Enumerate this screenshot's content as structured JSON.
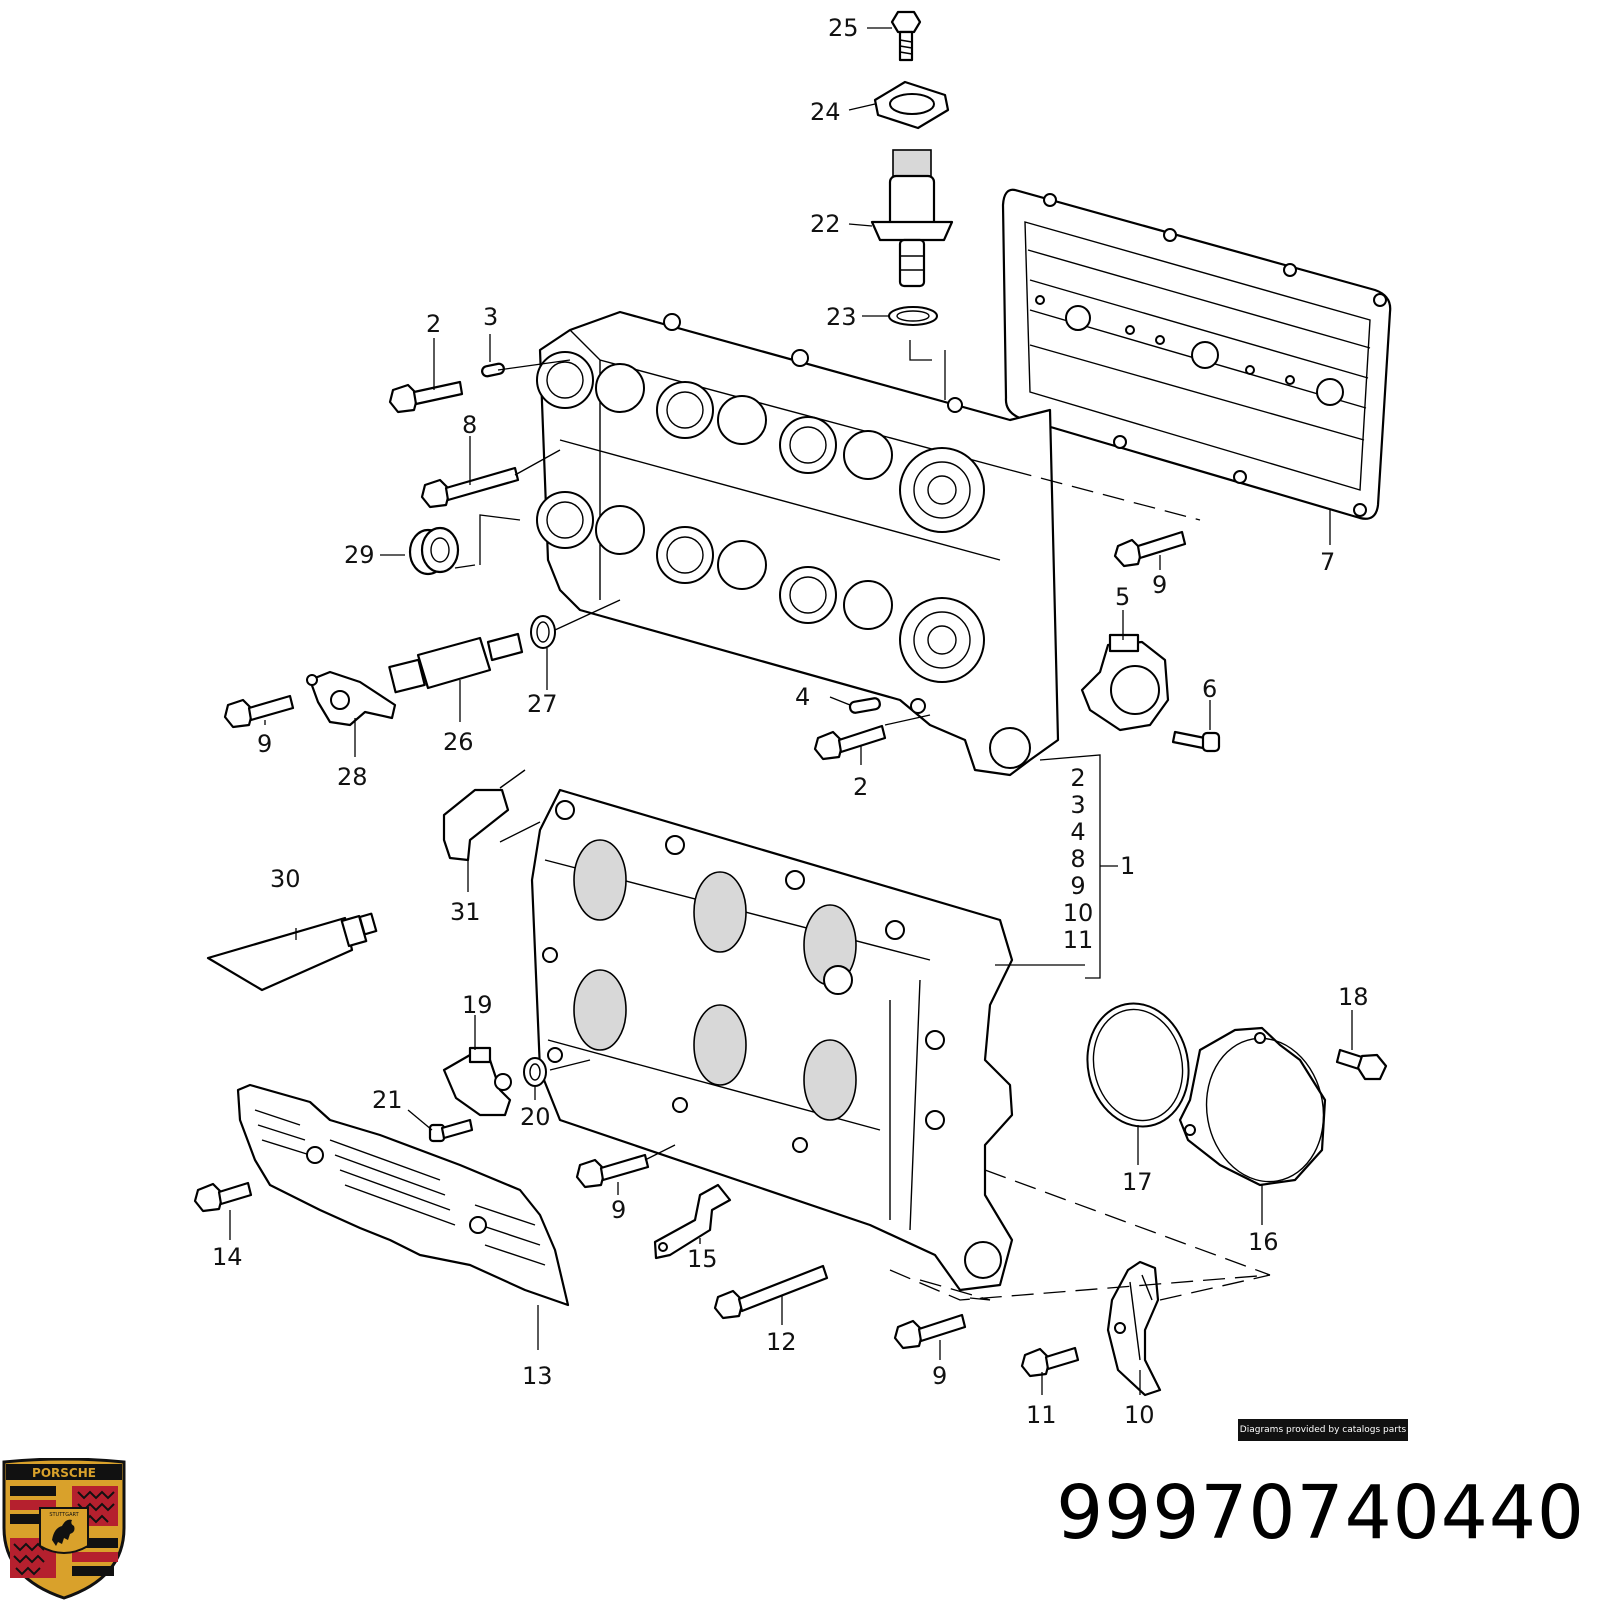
{
  "diagram": {
    "callouts": [
      {
        "id": "c25",
        "text": "25"
      },
      {
        "id": "c24",
        "text": "24"
      },
      {
        "id": "c22",
        "text": "22"
      },
      {
        "id": "c23",
        "text": "23"
      },
      {
        "id": "c2a",
        "text": "2"
      },
      {
        "id": "c3a",
        "text": "3"
      },
      {
        "id": "c8a",
        "text": "8"
      },
      {
        "id": "c29",
        "text": "29"
      },
      {
        "id": "c9a",
        "text": "9"
      },
      {
        "id": "c7",
        "text": "7"
      },
      {
        "id": "c5",
        "text": "5"
      },
      {
        "id": "c6",
        "text": "6"
      },
      {
        "id": "c4a",
        "text": "4"
      },
      {
        "id": "c2b",
        "text": "2"
      },
      {
        "id": "c27",
        "text": "27"
      },
      {
        "id": "c26",
        "text": "26"
      },
      {
        "id": "c9b",
        "text": "9"
      },
      {
        "id": "c28",
        "text": "28"
      },
      {
        "id": "c30",
        "text": "30"
      },
      {
        "id": "c31",
        "text": "31"
      },
      {
        "id": "c19",
        "text": "19"
      },
      {
        "id": "c21",
        "text": "21"
      },
      {
        "id": "c20",
        "text": "20"
      },
      {
        "id": "c14",
        "text": "14"
      },
      {
        "id": "c9c",
        "text": "9"
      },
      {
        "id": "c15",
        "text": "15"
      },
      {
        "id": "c13",
        "text": "13"
      },
      {
        "id": "c12",
        "text": "12"
      },
      {
        "id": "c9d",
        "text": "9"
      },
      {
        "id": "c11b",
        "text": "11"
      },
      {
        "id": "c10b",
        "text": "10"
      },
      {
        "id": "c17",
        "text": "17"
      },
      {
        "id": "c16",
        "text": "16"
      },
      {
        "id": "c18",
        "text": "18"
      },
      {
        "id": "c1",
        "text": "1"
      }
    ],
    "assembly_list": [
      "2",
      "3",
      "4",
      "8",
      "9",
      "10",
      "11"
    ]
  },
  "footer": {
    "credit": "Diagrams provided by catalogs parts",
    "part_number": "99970740440"
  },
  "logo": {
    "brand_text": "PORSCHE",
    "city_text": "STUTTGART",
    "colors": {
      "gold": "#d9a12b",
      "red": "#b5202e",
      "black": "#111111"
    }
  }
}
